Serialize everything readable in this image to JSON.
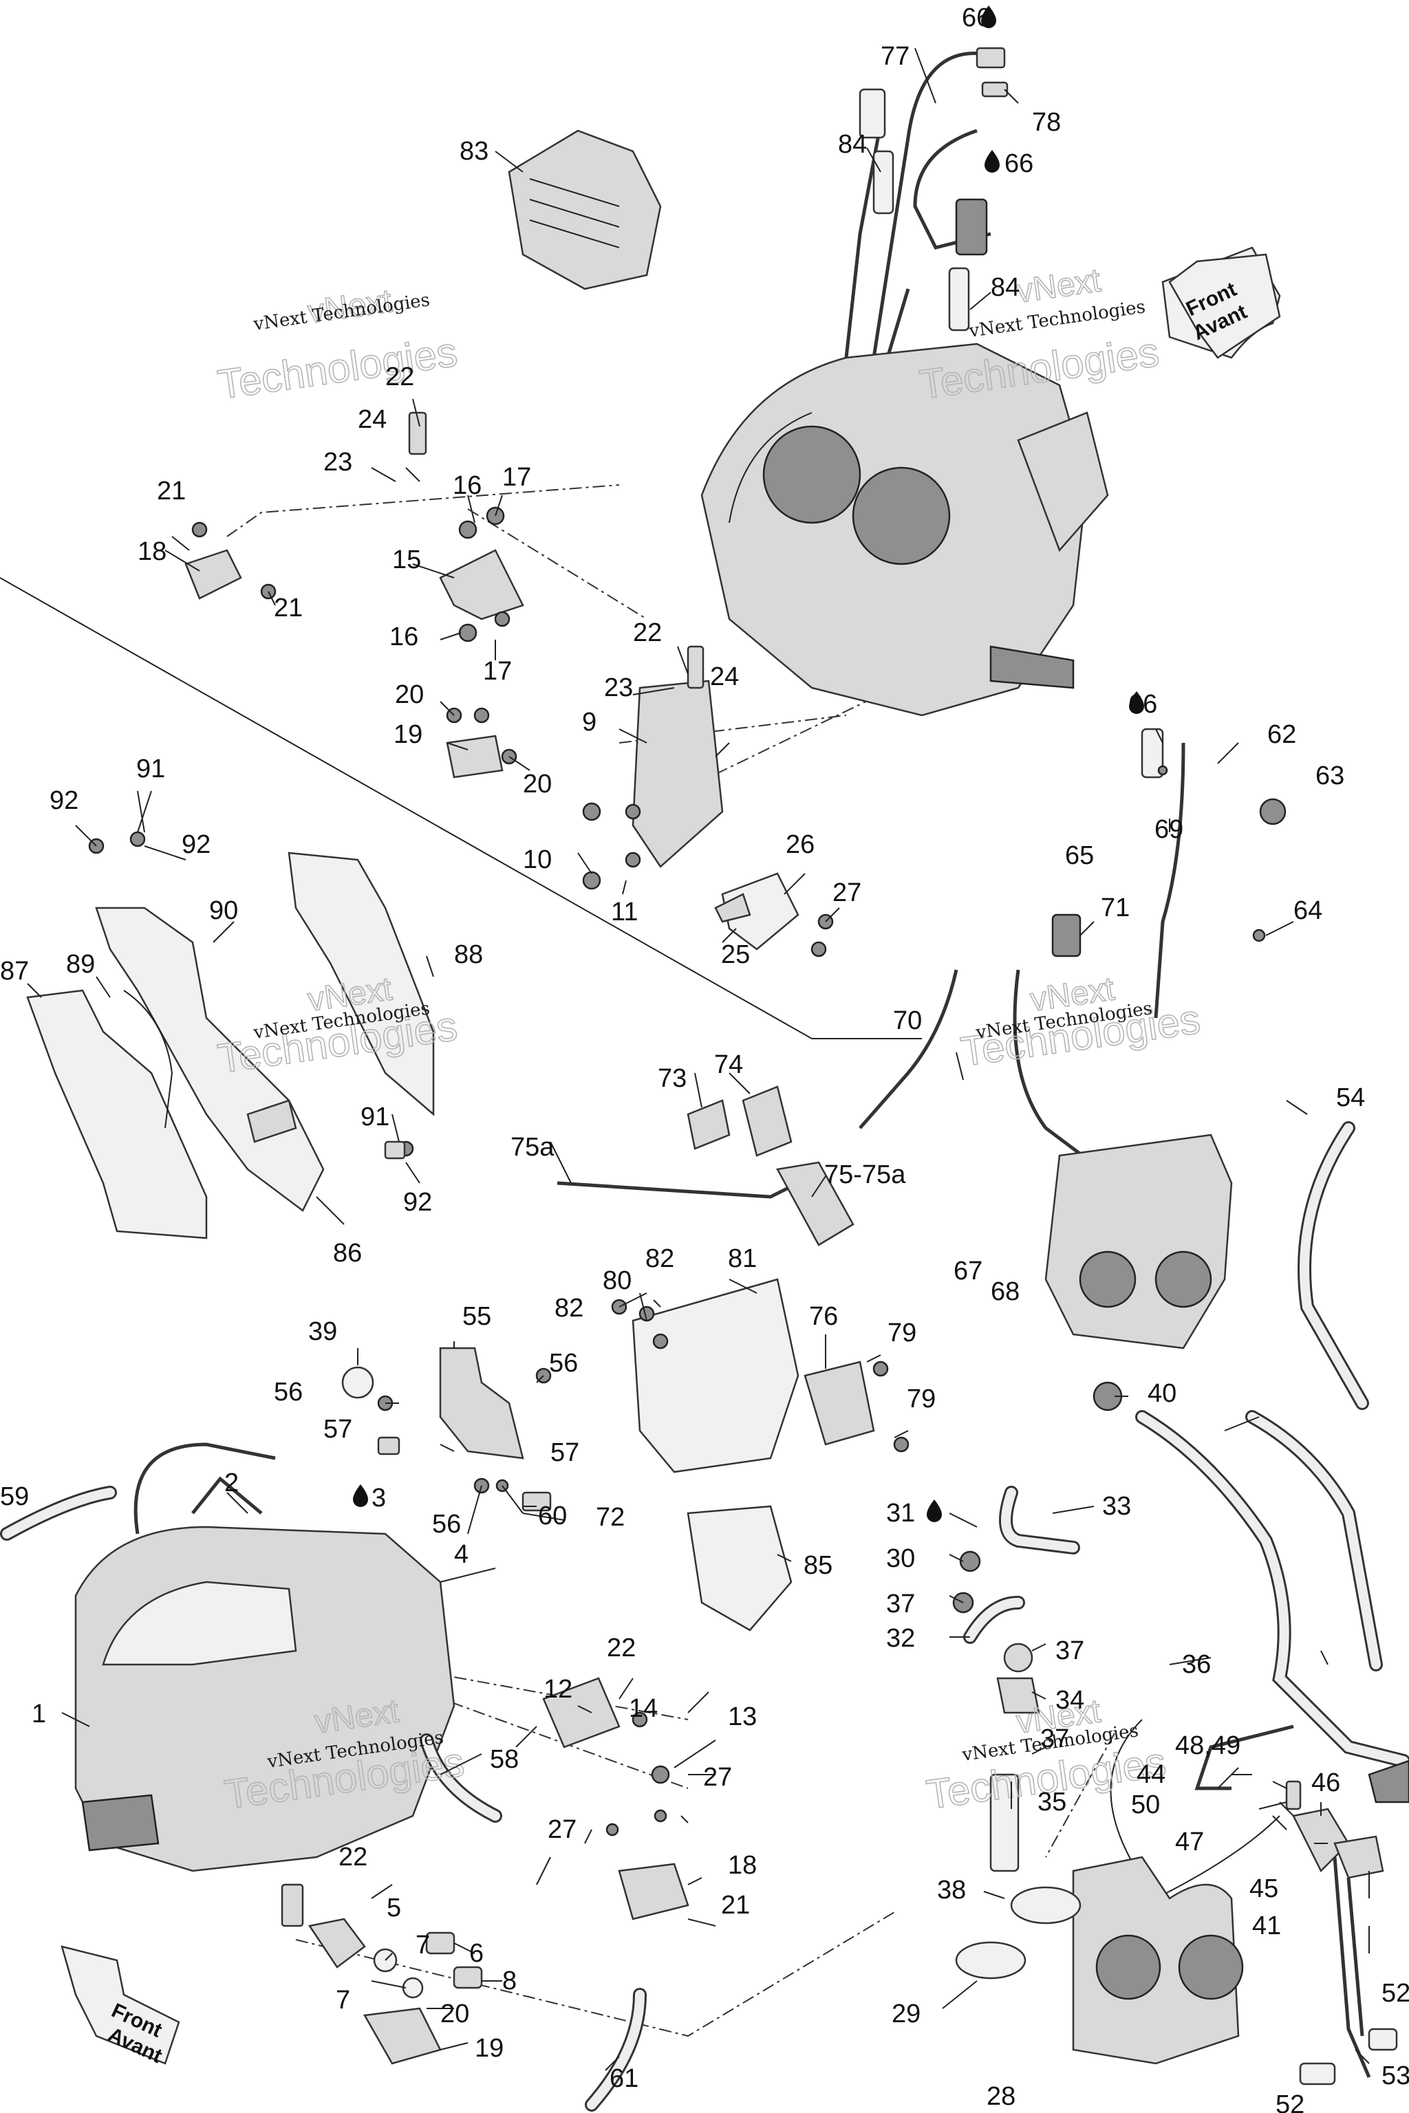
{
  "watermark": {
    "line1": "vNext Technologies",
    "line2": "vNext",
    "line3": "Technologies"
  },
  "front_arrow": {
    "line1": "Front",
    "line2": "Avant"
  },
  "labels": {
    "l1": "1",
    "l2": "2",
    "l3": "3",
    "l4": "4",
    "l5": "5",
    "l6": "6",
    "l7": "7",
    "l8": "8",
    "l9": "9",
    "l10": "10",
    "l11": "11",
    "l12": "12",
    "l13": "13",
    "l14": "14",
    "l15": "15",
    "l16": "16",
    "l17": "17",
    "l18": "18",
    "l19": "19",
    "l20": "20",
    "l21": "21",
    "l22": "22",
    "l23": "23",
    "l24": "24",
    "l25": "25",
    "l26": "26",
    "l27": "27",
    "l28": "28",
    "l29": "29",
    "l30": "30",
    "l31": "31",
    "l32": "32",
    "l33": "33",
    "l34": "34",
    "l35": "35",
    "l36": "36",
    "l37": "37",
    "l38": "38",
    "l39": "39",
    "l40": "40",
    "l41": "41",
    "l44": "44",
    "l45": "45",
    "l46": "46",
    "l47": "47",
    "l4849": "48,49",
    "l50": "50",
    "l52": "52",
    "l53": "53",
    "l54": "54",
    "l55": "55",
    "l56": "56",
    "l57": "57",
    "l58": "58",
    "l59": "59",
    "l60": "60",
    "l61": "61",
    "l62": "62",
    "l63": "63",
    "l64": "64",
    "l65": "65",
    "l66": "66",
    "l67": "67",
    "l68": "68",
    "l69": "69",
    "l70": "70",
    "l71": "71",
    "l72": "72",
    "l73": "73",
    "l74": "74",
    "l75a": "75a",
    "l7575a": "75-75a",
    "l76": "76",
    "l77": "77",
    "l78": "78",
    "l79": "79",
    "l80": "80",
    "l81": "81",
    "l82": "82",
    "l83": "83",
    "l84": "84",
    "l85": "85",
    "l86": "86",
    "l87": "87",
    "l88": "88",
    "l89": "89",
    "l90": "90",
    "l91": "91",
    "l92": "92"
  }
}
